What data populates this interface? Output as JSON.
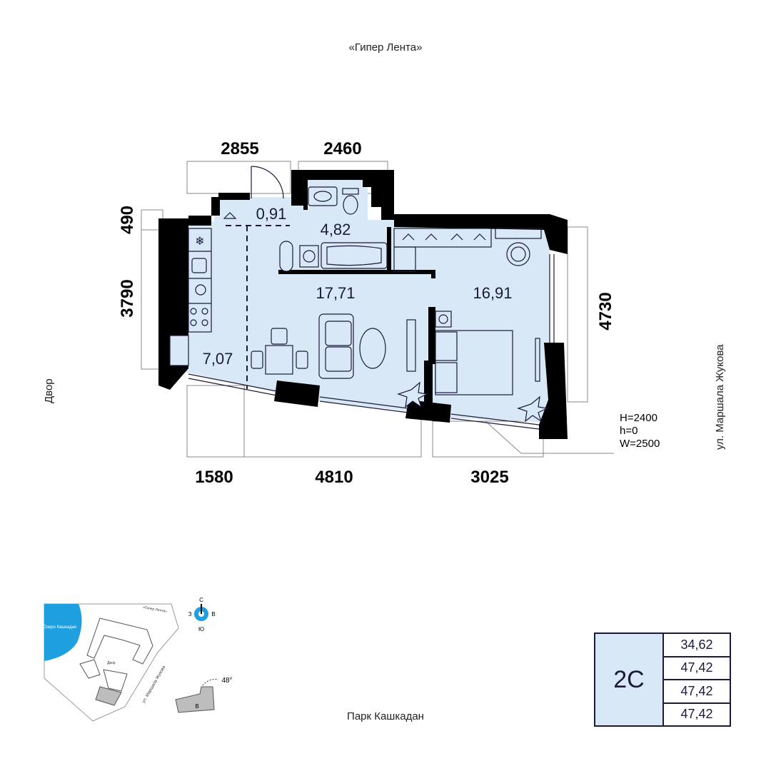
{
  "labels": {
    "top": "«Гипер Лента»",
    "bottom": "Парк Кашкадан",
    "left": "Двор",
    "right": "ул. Маршала Жукова"
  },
  "dimensions": {
    "top_left": "2855",
    "top_right": "2460",
    "left_upper": "490",
    "left_lower": "3790",
    "right": "4730",
    "bottom_left": "1580",
    "bottom_mid": "4810",
    "bottom_right": "3025"
  },
  "rooms": {
    "hall_small": "0,91",
    "bathroom": "4,82",
    "living": "17,71",
    "bedroom": "16,91",
    "kitchen": "7,07"
  },
  "window_spec": {
    "h_total": "H=2400",
    "h_sill": "h=0",
    "width": "W=2500"
  },
  "compass": {
    "n": "С",
    "s": "Ю",
    "w": "З",
    "e": "В"
  },
  "minimap": {
    "lake": "Озеро Кашкадан",
    "store": "«Гипер Лента»",
    "yard": "Двор",
    "street": "ул. Маршала Жукова",
    "angle": "48°",
    "block": "В"
  },
  "apartment": {
    "code": "2С",
    "areas": [
      "34,62",
      "47,42",
      "47,42",
      "47,42"
    ]
  },
  "colors": {
    "floor": "#d8e8f6",
    "wall": "#000000",
    "ink": "#1a1a3a",
    "water": "#1e9fe0"
  }
}
